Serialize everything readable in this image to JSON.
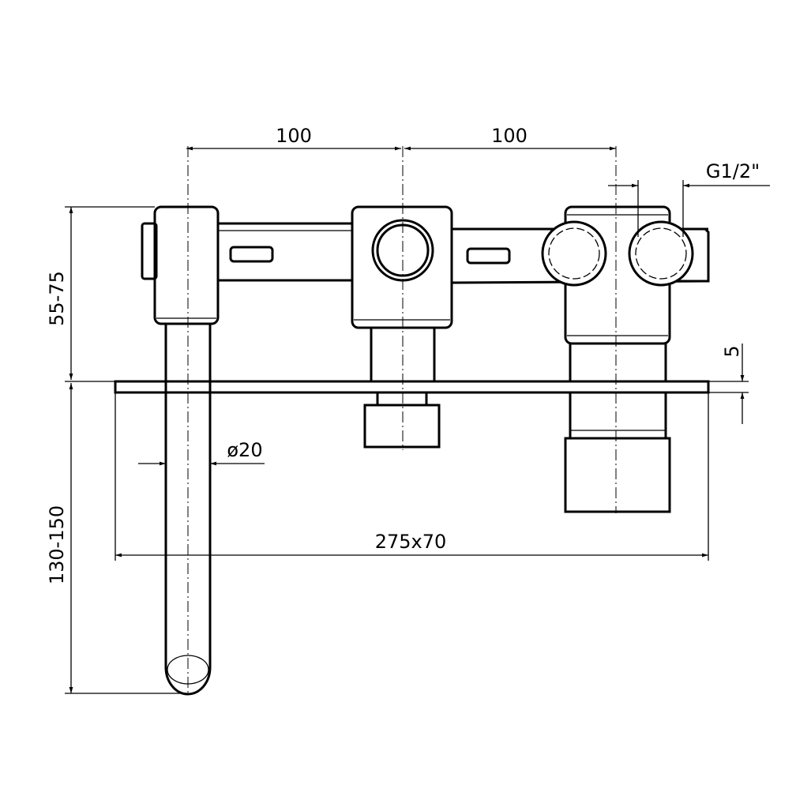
{
  "title": "Wall-mounted mixer dimension drawing",
  "dimensions": {
    "spacing_left": "100",
    "spacing_right": "100",
    "thread": "G1/2\"",
    "projection_body": "55-75",
    "plate_thickness": "5",
    "spout_diameter": "ø20",
    "spout_projection": "130-150",
    "plate_size": "275x70"
  },
  "colors": {
    "line": "#000000",
    "background": "#ffffff"
  }
}
